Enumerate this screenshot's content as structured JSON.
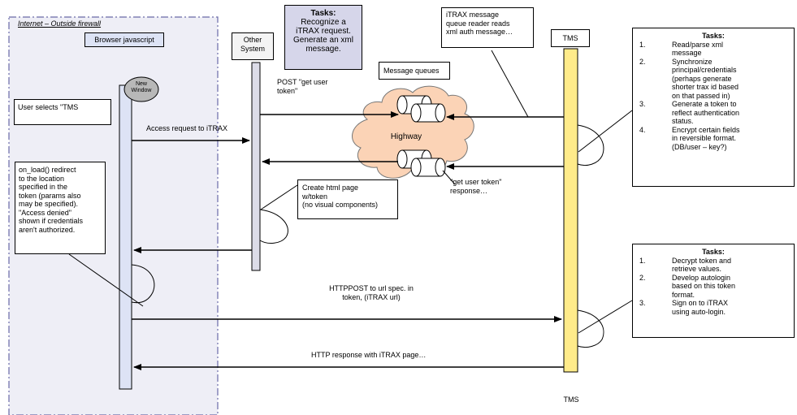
{
  "zone": {
    "label": "Internet – Outside firewall",
    "browser_label": "Browser javascript"
  },
  "lifelines": {
    "other_system": "Other\nSystem",
    "tms_top": "TMS",
    "tms_bottom": "TMS",
    "new_window": "New\nWindow"
  },
  "notes": {
    "user_selects": "User selects \"TMS",
    "onload": "on_load() redirect\nto the location\nspecified in the\ntoken (params also\nmay be specified).\n\"Access denied\"\nshown if credentials\naren't authorized.",
    "create_html": "Create html page\nw/token\n(no visual components)",
    "message_queues": "Message queues",
    "itrax_queue": "iTRAX message\nqueue reader reads\nxml auth message…",
    "highway": "Highway"
  },
  "tasks_other": {
    "title": "Tasks:",
    "text": "Recognize a\niTRAX request.\nGenerate an xml\nmessage."
  },
  "tasks_top": {
    "title": "Tasks:",
    "items": [
      {
        "num": "1.",
        "text": "Read/parse xml\nmessage"
      },
      {
        "num": "2.",
        "text": "Synchronize\nprincipal/credentials\n(perhaps generate\nshorter trax id based\non that passed in)"
      },
      {
        "num": "3.",
        "text": "Generate a token to\nreflect authentication\nstatus."
      },
      {
        "num": "4.",
        "text": "Encrypt certain fields\nin reversible format.\n(DB/user – key?)"
      }
    ]
  },
  "tasks_bottom": {
    "title": "Tasks:",
    "items": [
      {
        "num": "1.",
        "text": "Decrypt token and\nretrieve values."
      },
      {
        "num": "2.",
        "text": "Develop autologin\nbased on this token\nformat."
      },
      {
        "num": "3.",
        "text": "Sign on to iTRAX\nusing auto-login."
      }
    ]
  },
  "messages": {
    "access_request": "Access request to iTRAX",
    "post_get_token": "POST \"get user\ntoken\"",
    "get_token_response": "\"get user token\"\nresponse…",
    "httppost": "HTTPPOST to url spec. in\ntoken, (iTRAX url)",
    "http_response": "HTTP response with iTRAX page…"
  },
  "colors": {
    "zone_bg": "#eeeef6",
    "zone_border": "#6a6aa8",
    "browser_lifeline": "#dde3f5",
    "other_lifeline": "#dcdce8",
    "tms_lifeline": "#ffeb8a",
    "tasks_other_bg": "#d6d6ea",
    "cloud": "#fbd3b6",
    "new_window_oval": "#b8b8b8"
  }
}
